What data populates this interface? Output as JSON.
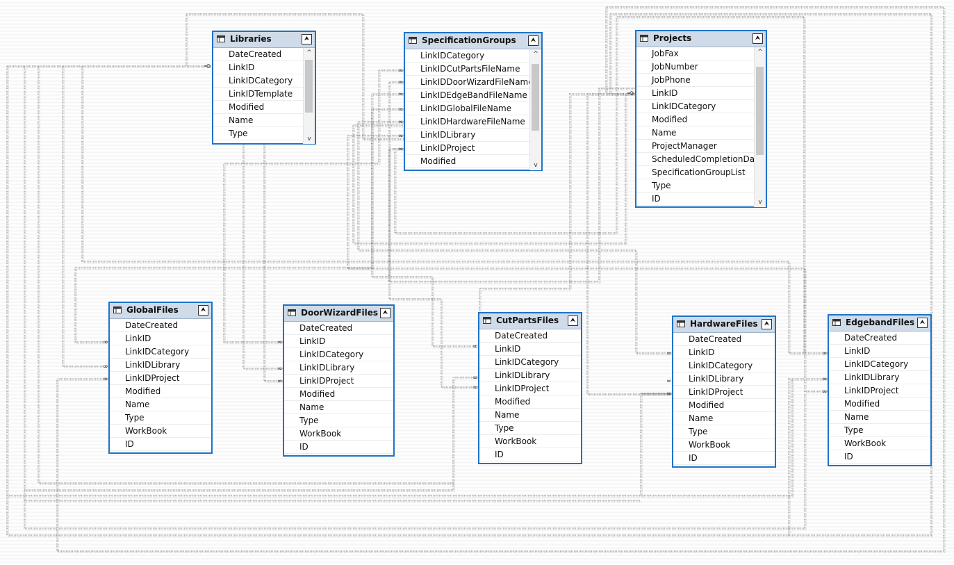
{
  "tables": {
    "libraries": {
      "title": "Libraries",
      "collapse": "⮝",
      "rows": [
        "DateCreated",
        "LinkID",
        "LinkIDCategory",
        "LinkIDTemplate",
        "Modified",
        "Name",
        "Type"
      ]
    },
    "specgroups": {
      "title": "SpecificationGroups",
      "collapse": "⮝",
      "rows": [
        "LinkIDCategory",
        "LinkIDCutPartsFileName",
        "LinkIDDoorWizardFileName",
        "LinkIDEdgeBandFileName",
        "LinkIDGlobalFileName",
        "LinkIDHardwareFileName",
        "LinkIDLibrary",
        "LinkIDProject",
        "Modified"
      ]
    },
    "projects": {
      "title": "Projects",
      "collapse": "⮝",
      "rows": [
        "JobFax",
        "JobNumber",
        "JobPhone",
        "LinkID",
        "LinkIDCategory",
        "Modified",
        "Name",
        "ProjectManager",
        "ScheduledCompletionDate",
        "SpecificationGroupList",
        "Type",
        "ID"
      ]
    },
    "globalfiles": {
      "title": "GlobalFiles",
      "collapse": "⮝",
      "rows": [
        "DateCreated",
        "LinkID",
        "LinkIDCategory",
        "LinkIDLibrary",
        "LinkIDProject",
        "Modified",
        "Name",
        "Type",
        "WorkBook",
        "ID"
      ]
    },
    "doorwizardfiles": {
      "title": "DoorWizardFiles",
      "collapse": "⮝",
      "rows": [
        "DateCreated",
        "LinkID",
        "LinkIDCategory",
        "LinkIDLibrary",
        "LinkIDProject",
        "Modified",
        "Name",
        "Type",
        "WorkBook",
        "ID"
      ]
    },
    "cutpartsfiles": {
      "title": "CutPartsFiles",
      "collapse": "⮝",
      "rows": [
        "DateCreated",
        "LinkID",
        "LinkIDCategory",
        "LinkIDLibrary",
        "LinkIDProject",
        "Modified",
        "Name",
        "Type",
        "WorkBook",
        "ID"
      ]
    },
    "hardwarefiles": {
      "title": "HardwareFiles",
      "collapse": "⮝",
      "rows": [
        "DateCreated",
        "LinkID",
        "LinkIDCategory",
        "LinkIDLibrary",
        "LinkIDProject",
        "Modified",
        "Name",
        "Type",
        "WorkBook",
        "ID"
      ]
    },
    "edgebandfiles": {
      "title": "EdgebandFiles",
      "collapse": "⮝",
      "rows": [
        "DateCreated",
        "LinkID",
        "LinkIDCategory",
        "LinkIDLibrary",
        "LinkIDProject",
        "Modified",
        "Name",
        "Type",
        "WorkBook",
        "ID"
      ]
    }
  },
  "icons": {
    "table": "table-icon",
    "collapse": "collapse-icon",
    "key": "key-icon"
  },
  "colors": {
    "border": "#1e73c8",
    "header": "#cfdbe8",
    "wire": "#6e6e6e"
  }
}
